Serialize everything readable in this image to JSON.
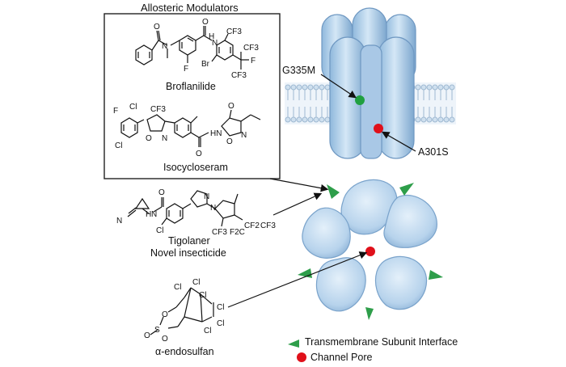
{
  "section_title": "Allosteric Modulators",
  "compounds": [
    {
      "name": "Broflanilide"
    },
    {
      "name": "Isocycloseram"
    },
    {
      "name": "Tigolaner"
    },
    {
      "name": "Novel insecticide"
    },
    {
      "name": "α-endosulfan"
    }
  ],
  "mutations": {
    "site1": "G335M",
    "site2": "A301S"
  },
  "legend": {
    "interface": "Transmembrane Subunit Interface",
    "pore": "Channel Pore"
  },
  "atoms": {
    "broflanilide": {
      "n": "N",
      "f": "F",
      "o1": "O",
      "o2": "O",
      "nh": "H",
      "n2": "N",
      "cf3a": "CF3",
      "br": "Br",
      "cf3b": "CF3",
      "f2": "F",
      "cf3c": "CF3"
    },
    "isocycloseram": {
      "f": "F",
      "cl1": "Cl",
      "cl2": "Cl",
      "cf3": "CF3",
      "o": "O",
      "n": "N",
      "o2": "O",
      "hn": "HN",
      "n2": "N",
      "o3": "O",
      "o4": "O"
    },
    "tigolaner": {
      "n1": "N",
      "h": "H",
      "n2": "N",
      "o": "O",
      "cl": "Cl",
      "n3": "N",
      "n4": "N",
      "cf3": "CF3",
      "cf2": "F2C",
      "c2f5": "CF2",
      "cf3b": "CF3"
    },
    "endosulfan": {
      "cl1": "Cl",
      "cl2": "Cl",
      "cl3": "Cl",
      "cl4": "Cl",
      "cl5": "Cl",
      "cl6": "Cl",
      "o1": "O",
      "o2": "O",
      "s": "S",
      "o3": "O"
    }
  },
  "colors": {
    "subunit": "#b9d6ee",
    "subunit_dark": "#7fa9cf",
    "interface_marker": "#2e9e4a",
    "pore_dot": "#e0101a",
    "mutation_green": "#20a040",
    "mutation_red": "#e0101a"
  }
}
